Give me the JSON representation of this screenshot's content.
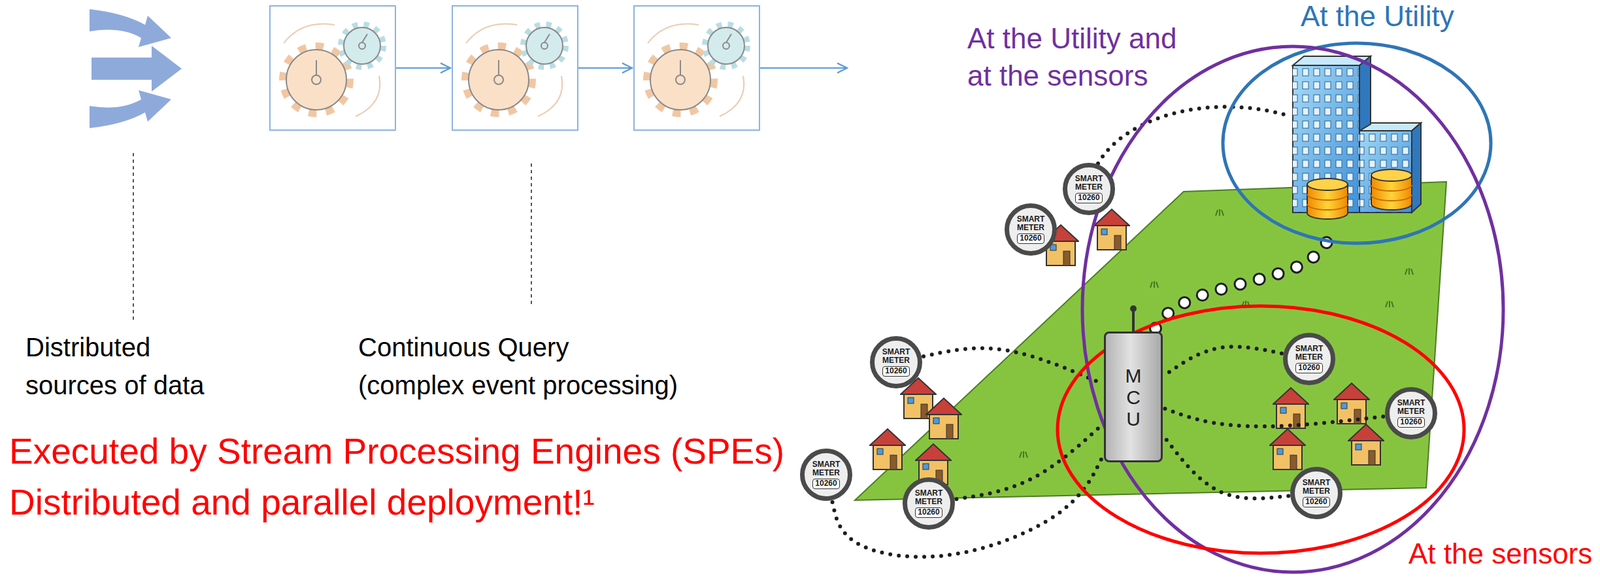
{
  "diagram": {
    "nodes": [
      {
        "text": [
          "At the Utility"
        ]
      },
      {
        "text": [
          "At the Utility and at the sensors"
        ]
      },
      {
        "text": [
          "At the sensors"
        ]
      },
      {
        "text": [
          "SMART METER",
          "10260"
        ]
      },
      {
        "text": [
          "SMART METER",
          "10260"
        ]
      },
      {
        "text": [
          "SMART METER",
          "10260"
        ]
      },
      {
        "text": [
          "SMART METER",
          "10260"
        ]
      },
      {
        "text": [
          "SMART METER",
          "10260"
        ]
      },
      {
        "text": [
          "MCU"
        ],
        "in": 2
      },
      {
        "text": [
          "SMART METER",
          "10260"
        ],
        "in": 2
      },
      {
        "text": [
          "SMART METER",
          "10260"
        ],
        "in": 2
      },
      {
        "text": [
          "SMART METER",
          "10260"
        ],
        "in": 2
      }
    ],
    "edges": [
      {
        "from": 5,
        "to": 8,
        "arrow": "none"
      },
      {
        "from": 6,
        "to": 8,
        "arrow": "none"
      },
      {
        "from": 7,
        "to": 8,
        "arrow": "none"
      },
      {
        "from": 9,
        "to": 8,
        "arrow": "none"
      },
      {
        "from": 10,
        "to": 8,
        "arrow": "none"
      },
      {
        "from": 11,
        "to": 8,
        "arrow": "none"
      }
    ],
    "labels": [
      "Distributed sources of data",
      "Continuous Query (complex event processing)",
      "Executed by Stream Processing Engines (SPEs)",
      "Distributed and parallel deployment!¹"
    ]
  }
}
